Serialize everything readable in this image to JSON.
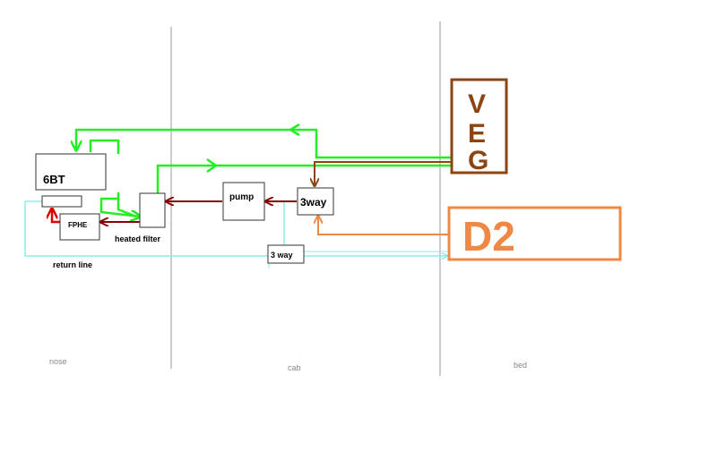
{
  "labels": {
    "engine": "6BT",
    "fphe": "FPHE",
    "heated_filter": "heated filter",
    "pump": "pump",
    "three_way_main": "3way",
    "three_way_return": "3 way",
    "return_line": "return line",
    "veg_letters": [
      "V",
      "E",
      "G"
    ],
    "d2": "D2"
  },
  "zones": {
    "nose": "nose",
    "cab": "cab",
    "bed": "bed"
  },
  "colors": {
    "veg_line": "#22ee22",
    "diesel_line": "#ee8844",
    "fuel_feed": "#880000",
    "return_line": "#88eeee",
    "veg_tank": "#8b4513",
    "d2_tank": "#ee8844",
    "alert_red": "#dd0000",
    "divider": "#999999"
  }
}
